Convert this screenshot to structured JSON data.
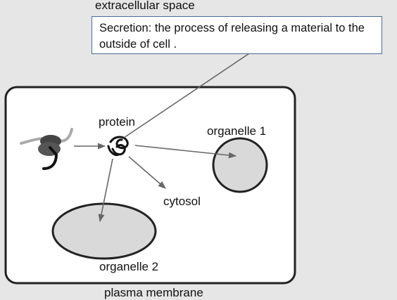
{
  "labels": {
    "extracellular": "extracellular space",
    "plasma_membrane": "plasma membrane",
    "protein": "protein",
    "organelle1": "organelle 1",
    "organelle2": "organelle 2",
    "cytosol": "cytosol"
  },
  "callout": {
    "text": "Secretion: the process of releasing a material to the outside of cell ."
  },
  "colors": {
    "background": "#e6e6e6",
    "cell_fill": "#ffffff",
    "organelle_fill": "#d9d9d9",
    "outline": "#222222",
    "arrow": "#666666",
    "callout_border": "#4a6a9b"
  }
}
